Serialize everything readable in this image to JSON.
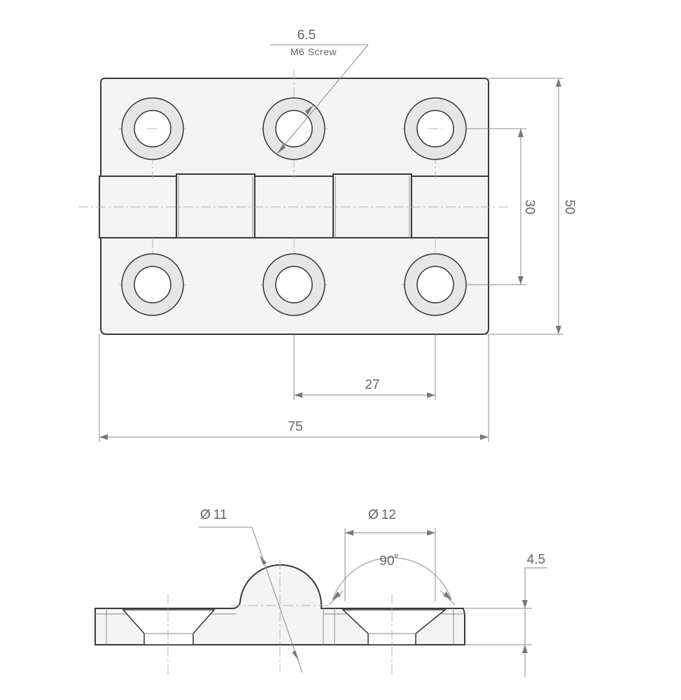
{
  "top_view": {
    "screw_diameter": "6.5",
    "screw_label": "M6 Screw",
    "hole_spacing_vertical": "30",
    "total_height": "50",
    "hole_pitch": "27",
    "total_width": "75"
  },
  "side_view": {
    "knuckle_diameter": "11",
    "countersink_diameter": "12",
    "countersink_angle": "90˚",
    "plate_thickness": "4.5",
    "diameter_symbol": "Ø"
  }
}
